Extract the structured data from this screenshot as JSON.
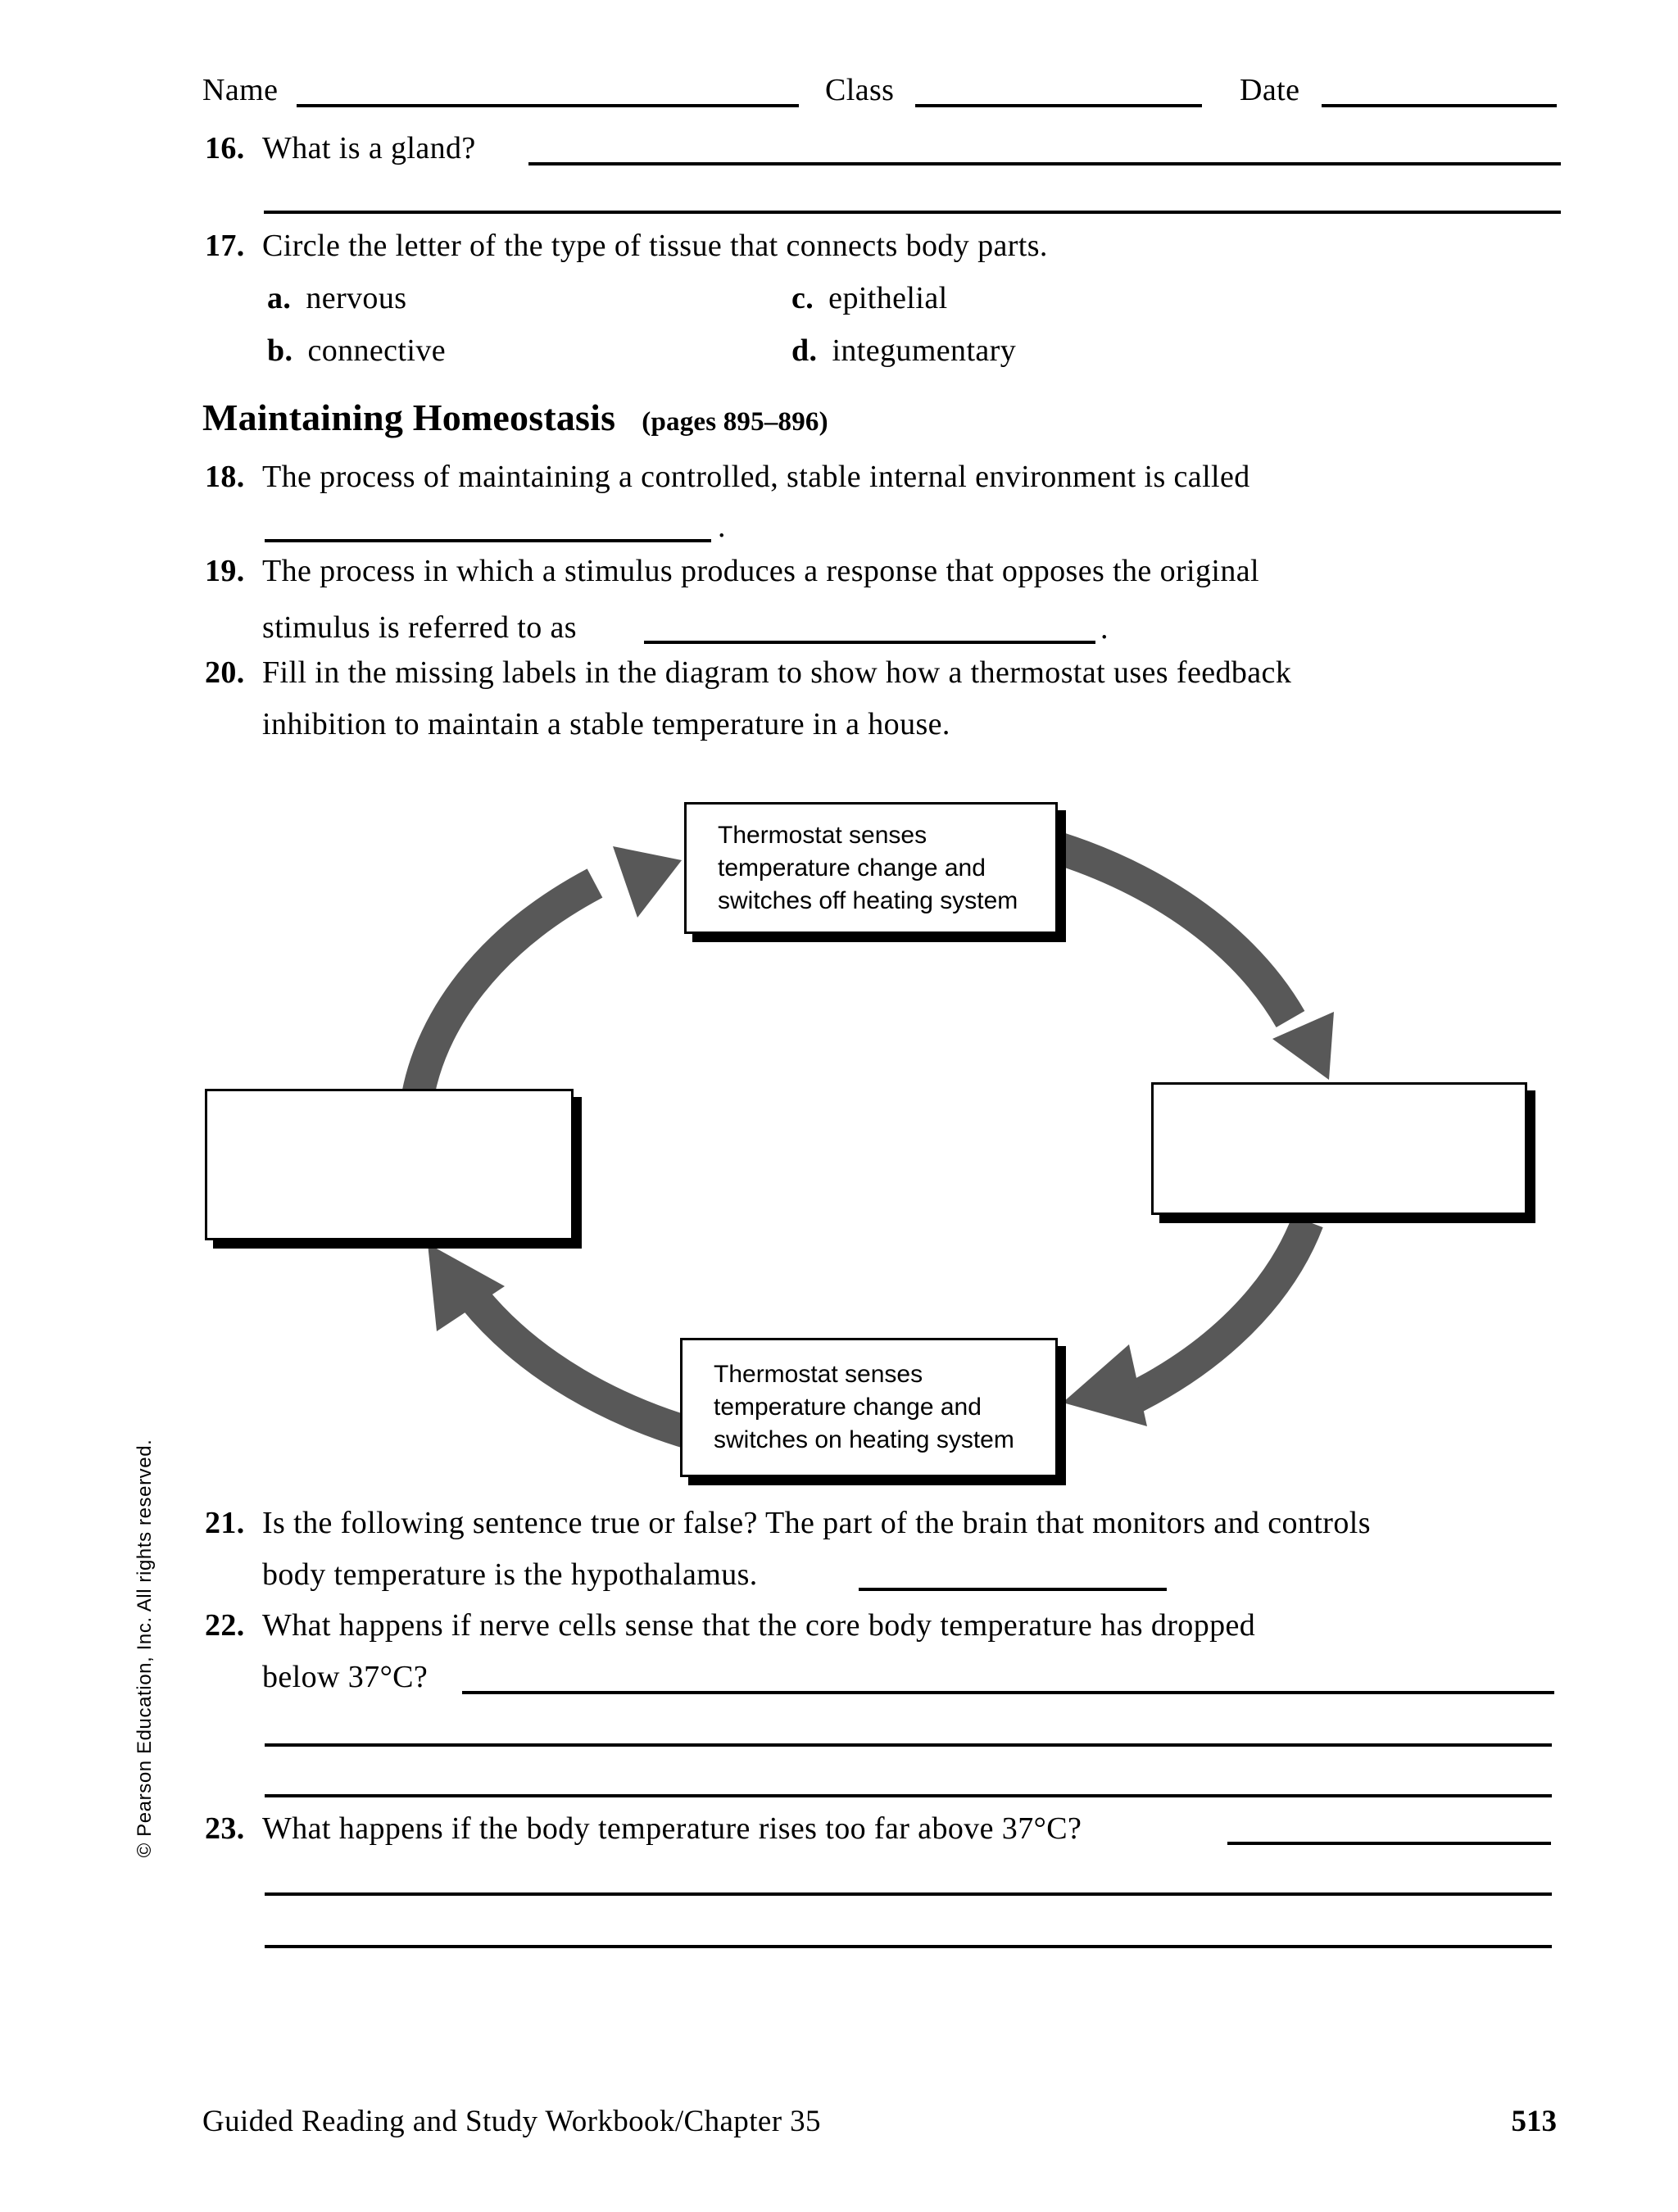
{
  "page": {
    "header": {
      "name_label": "Name",
      "class_label": "Class",
      "date_label": "Date"
    },
    "section": {
      "title": "Maintaining Homeostasis",
      "pages_ref": "(pages 895–896)"
    },
    "questions": {
      "q16": {
        "number": "16.",
        "text": "What is a gland?"
      },
      "q17": {
        "number": "17.",
        "text": "Circle the letter of the type of tissue that connects body parts.",
        "options": [
          {
            "letter": "a.",
            "label": "nervous"
          },
          {
            "letter": "b.",
            "label": "connective"
          },
          {
            "letter": "c.",
            "label": "epithelial"
          },
          {
            "letter": "d.",
            "label": "integumentary"
          }
        ]
      },
      "q18": {
        "number": "18.",
        "line1": "The process of maintaining a controlled, stable internal environment is called",
        "period": "."
      },
      "q19": {
        "number": "19.",
        "line1": "The process in which a stimulus produces a response that opposes the original",
        "line2_prefix": "stimulus is referred to as",
        "period": "."
      },
      "q20": {
        "number": "20.",
        "line1": "Fill in the missing labels in the diagram to show how a thermostat uses feedback",
        "line2": "inhibition to maintain a stable temperature in a house."
      },
      "q21": {
        "number": "21.",
        "line1": "Is the following sentence true or false? The part of the brain that monitors and controls",
        "line2_prefix": "body temperature is the hypothalamus."
      },
      "q22": {
        "number": "22.",
        "line1": "What happens if nerve cells sense that the core body temperature has dropped",
        "line2_prefix": "below 37°C?"
      },
      "q23": {
        "number": "23.",
        "text": "What happens if the body temperature rises too far above 37°C?"
      }
    },
    "diagram": {
      "arrow_color": "#585858",
      "top_box": {
        "lines": [
          "Thermostat senses",
          "temperature change and",
          "switches off heating system"
        ]
      },
      "bottom_box": {
        "lines": [
          "Thermostat senses",
          "temperature change and",
          "switches on heating system"
        ]
      }
    },
    "footer": {
      "left": "Guided Reading and Study Workbook/Chapter 35",
      "page_number": "513"
    },
    "sidebar": {
      "copyright": "© Pearson Education, Inc. All rights reserved."
    }
  }
}
